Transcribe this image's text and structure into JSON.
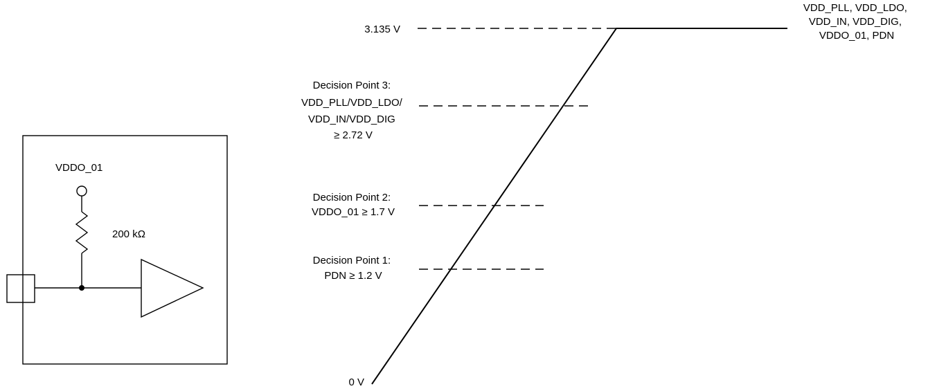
{
  "circuit": {
    "supply_label": "VDDO_01",
    "resistor_label": "200 kΩ"
  },
  "waveform": {
    "final_level_label": "3.135 V",
    "zero_label": "0 V",
    "signals_label": [
      "VDD_PLL, VDD_LDO,",
      "VDD_IN, VDD_DIG,",
      "VDDO_01, PDN"
    ]
  },
  "decision_points": [
    {
      "name": "Decision Point 1",
      "lines": [
        "Decision Point 1:",
        "PDN ≥ 1.2 V"
      ]
    },
    {
      "name": "Decision Point 2",
      "lines": [
        "Decision Point 2:",
        "VDDO_01 ≥ 1.7 V"
      ]
    },
    {
      "name": "Decision Point 3",
      "lines": [
        "Decision Point 3:",
        "VDD_PLL/VDD_LDO/",
        "VDD_IN/VDD_DIG",
        "≥ 2.72 V"
      ]
    }
  ]
}
